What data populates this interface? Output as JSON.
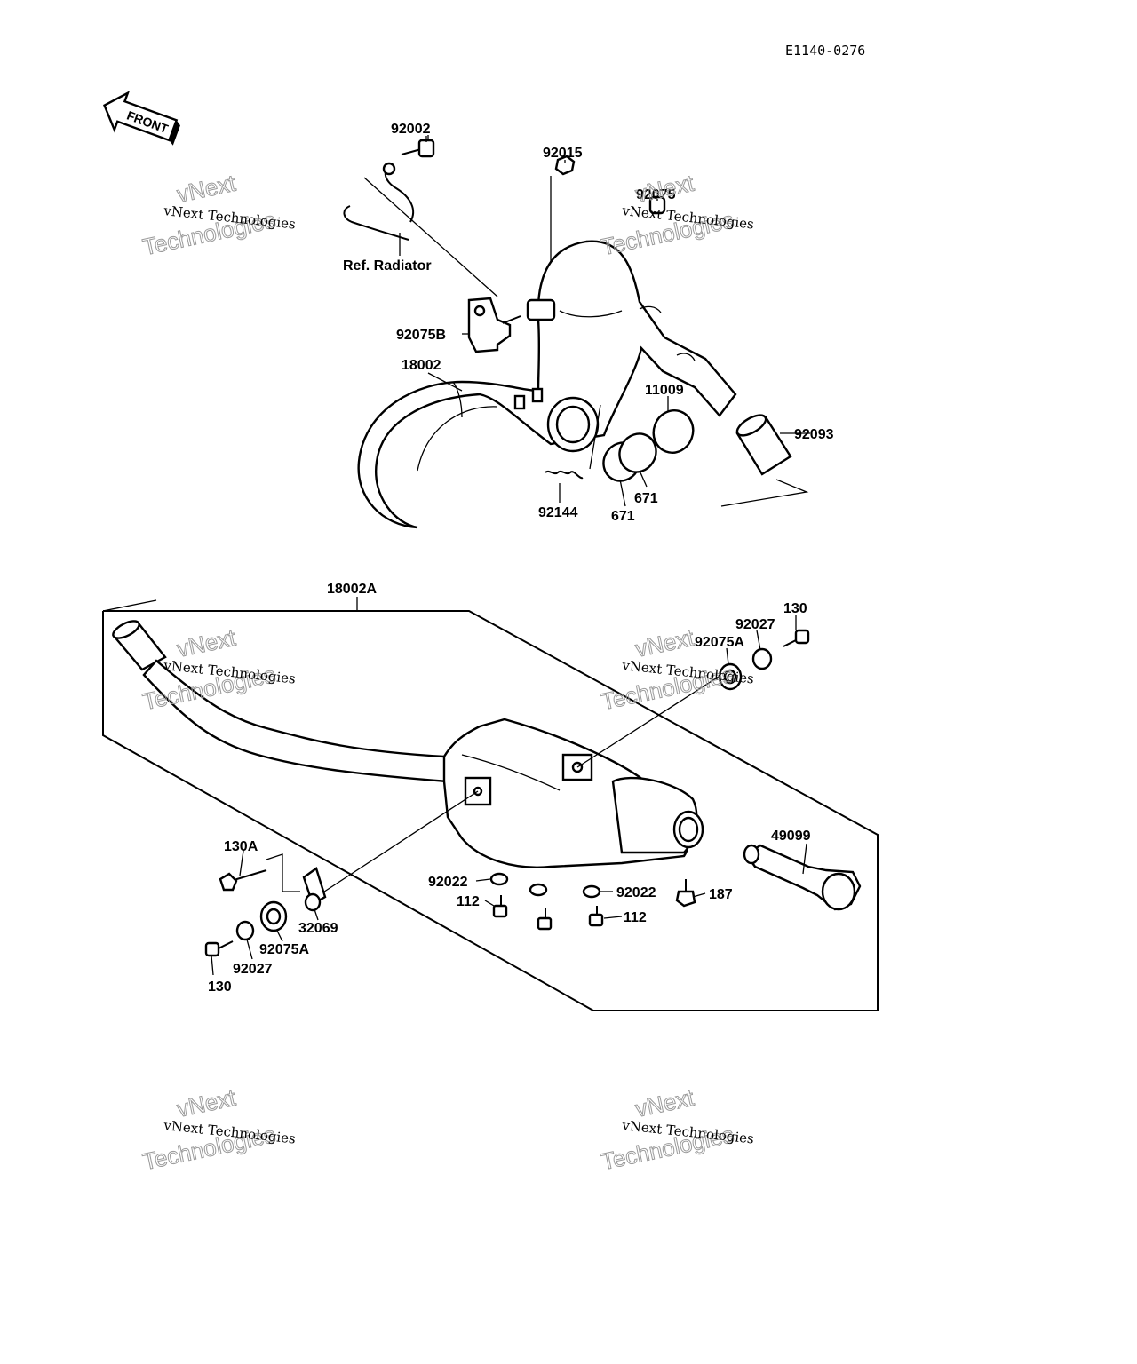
{
  "diagram_code": "E1140-0276",
  "front_label": "FRONT",
  "watermark": {
    "line1": "vNext Technologies",
    "line2": "vNext\nTechnologies"
  },
  "labels": {
    "p92002": "92002",
    "p92015": "92015",
    "p92075": "92075",
    "ref_radiator": "Ref. Radiator",
    "p92075B": "92075B",
    "p18002": "18002",
    "p11009": "11009",
    "p92093": "92093",
    "p92144": "92144",
    "p671_a": "671",
    "p671_b": "671",
    "p18002A": "18002A",
    "p130_top": "130",
    "p92027_top": "92027",
    "p92075A_top": "92075A",
    "p49099": "49099",
    "p130A": "130A",
    "p92022_left": "92022",
    "p92022_right": "92022",
    "p187": "187",
    "p112_left": "112",
    "p112_right": "112",
    "p32069": "32069",
    "p92075A_bottom": "92075A",
    "p92027_bottom": "92027",
    "p130_bottom": "130"
  }
}
